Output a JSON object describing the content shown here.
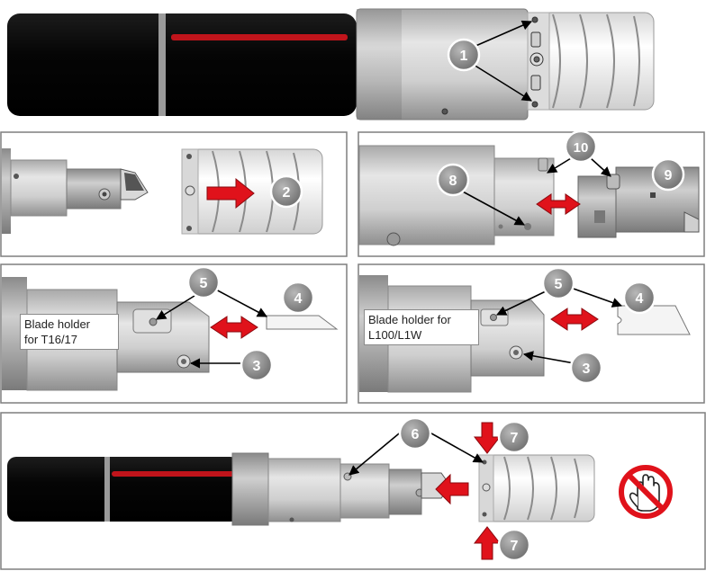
{
  "callouts": {
    "c1": "1",
    "c2": "2",
    "c3": "3",
    "c4": "4",
    "c5": "5",
    "c6": "6",
    "c7": "7",
    "c8": "8",
    "c9": "9",
    "c10": "10"
  },
  "labels": {
    "t16": [
      "Blade holder",
      "for T16/17"
    ],
    "l100": [
      "Blade holder for",
      "L100/L1W"
    ]
  },
  "icons": {
    "no_touch": "no-hand-touch-icon",
    "arrow": "red-arrow-icon"
  },
  "colors": {
    "handle": "#0b0b0b",
    "stripe": "#c0141b",
    "metal": "#c9c9c9",
    "spring": "#eeeeee",
    "callout": "#8c8c8c",
    "arrow": "#e0121b",
    "frame": "#7f7f7f"
  }
}
